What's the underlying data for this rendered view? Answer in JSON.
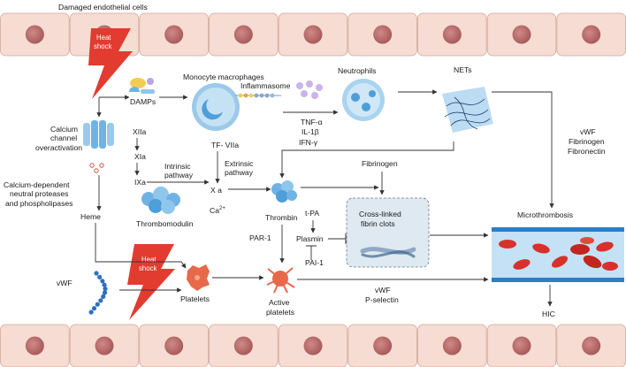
{
  "labels": {
    "damaged_cells": "Damaged endothelial cells",
    "heat_shock_1a": "Heat",
    "heat_shock_1b": "shock",
    "heat_shock_2a": "Heat",
    "heat_shock_2b": "shock",
    "damps": "DAMPs",
    "monocyte": "Monocyte macrophages",
    "inflammasome": "Inflammasome",
    "neutrophils": "Neutrophils",
    "nets": "NETs",
    "calcium_1": "Calcium",
    "calcium_2": "channel",
    "calcium_3": "overactivation",
    "xiia": "XIIa",
    "xia": "XIa",
    "ixa": "IXa",
    "tf_viia": "TF- VIIa",
    "tnf": "TNF-α",
    "il1b": "IL-1β",
    "ifng": "IFN-γ",
    "vwf_right_1": "vWF",
    "vwf_right_2": "Fibrinogen",
    "vwf_right_3": "Fibronectin",
    "intrinsic_1": "Intrinsic",
    "intrinsic_2": "pathway",
    "extrinsic_1": "Extrinsic",
    "extrinsic_2": "pathway",
    "xa": "X a",
    "ca": "Ca",
    "ca_sup": "2+",
    "fibrinogen": "Fibrinogen",
    "neutral_1": "Calcium-dependent",
    "neutral_2": "neutral proteases",
    "neutral_3": "and phospholipases",
    "thrombomodulin": "Thrombomodulin",
    "thrombin": "Thrombin",
    "tpa": "t-PA",
    "crosslinked_1": "Cross-linked",
    "crosslinked_2": "fibrin clots",
    "microthrombosis": "Microthrombosis",
    "heme": "Heme",
    "plasmin": "Plasmin",
    "par1": "PAR-1",
    "pai1": "PAI-1",
    "vwf_left": "vWF",
    "platelets": "Platelets",
    "active_1": "Active",
    "active_2": "platelets",
    "vwf_psel_1": "vWF",
    "vwf_psel_2": "P-selectin",
    "hic": "HIC"
  },
  "colors": {
    "cell_fill": "#f6dcd3",
    "cell_border": "#cfa79a",
    "nucleus": "#b86b6b",
    "heat_shock": "#e23b30",
    "macrophage": "#9cc9ea",
    "neutrophil": "#a9d3ef",
    "thrombin": "#6fb3e6",
    "platelet": "#e8694a",
    "rbc": "#d7312b",
    "vessel": "#4aa3de",
    "vwf_beads": "#2f6fc0",
    "clot_box": "#dfe9f2"
  }
}
